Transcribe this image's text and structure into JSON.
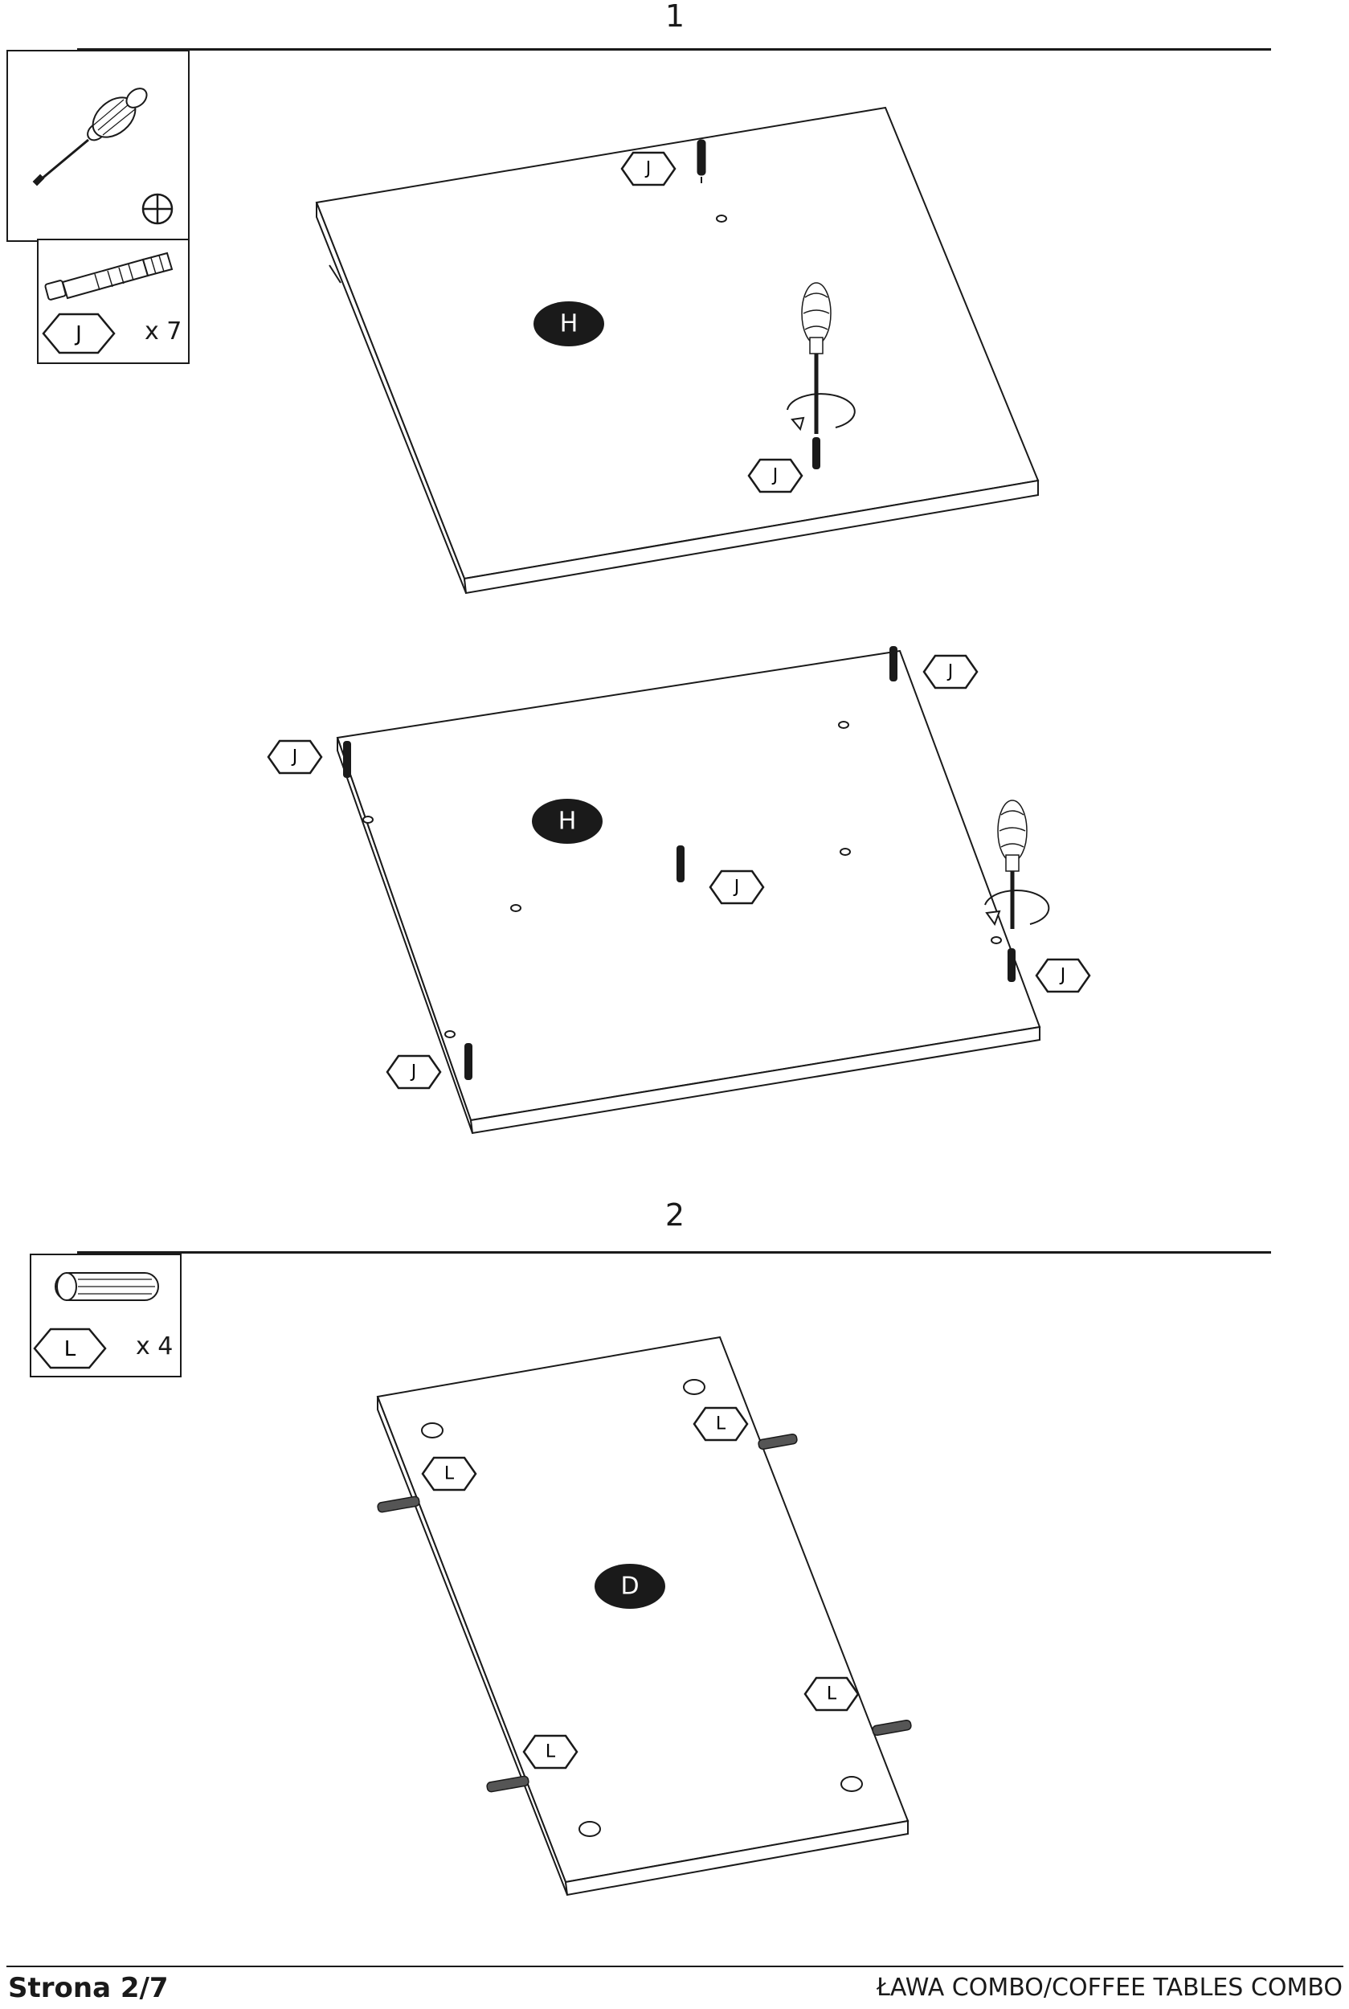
{
  "steps": [
    {
      "number": "1",
      "tool_icon": "phillips-screwdriver-icon",
      "part": {
        "label": "J",
        "qty": "x 7",
        "icon": "cam-bolt-icon"
      },
      "figure_a": {
        "panel": "H",
        "labels": [
          "J",
          "J"
        ]
      },
      "figure_b": {
        "panel": "H",
        "labels": [
          "J",
          "J",
          "J",
          "J",
          "J"
        ]
      }
    },
    {
      "number": "2",
      "part": {
        "label": "L",
        "qty": "x 4",
        "icon": "wooden-dowel-icon"
      },
      "figure": {
        "panel": "D",
        "labels": [
          "L",
          "L",
          "L",
          "L"
        ]
      }
    }
  ],
  "footer": {
    "page": "Strona 2/7",
    "title": "ŁAWA COMBO/COFFEE TABLES COMBO"
  }
}
